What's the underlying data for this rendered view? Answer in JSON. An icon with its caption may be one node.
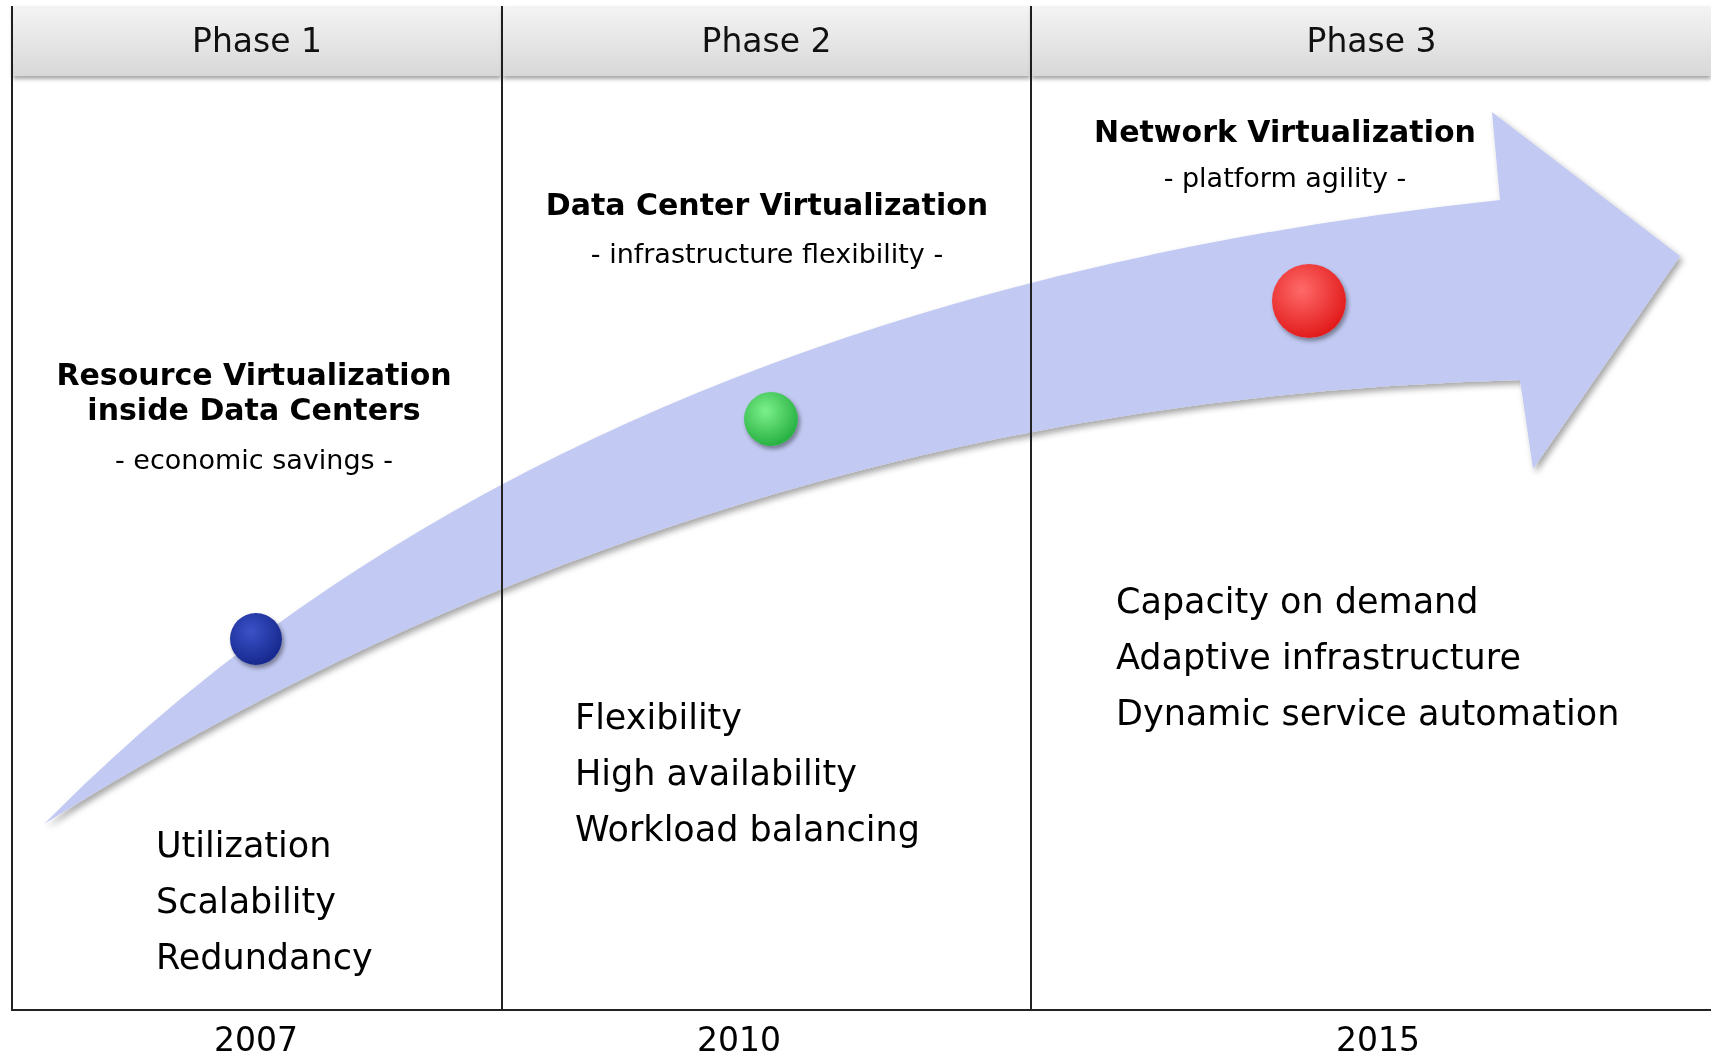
{
  "diagram": {
    "nodes": [
      {
        "text": [
          "Phase 1",
          "Resource Virtualization inside Data Centers",
          "- economic savings -",
          "Utilization",
          "Scalability",
          "Redundancy"
        ],
        "beside": [
          "2007"
        ]
      },
      {
        "text": [
          "Phase 2",
          "Data Center Virtualization",
          "- infrastructure flexibility -",
          "Flexibility",
          "High availability",
          "Workload balancing"
        ],
        "beside": [
          "2010"
        ]
      },
      {
        "text": [
          "Phase 3",
          "Network Virtualization",
          "- platform agility -",
          "Capacity on demand",
          "Adaptive infrastructure",
          "Dynamic service automation"
        ],
        "beside": [
          "2015"
        ]
      },
      {
        "text": [],
        "shape": "circle",
        "in": 0
      },
      {
        "text": [],
        "shape": "circle",
        "in": 1
      },
      {
        "text": [],
        "shape": "circle",
        "in": 2
      }
    ]
  }
}
